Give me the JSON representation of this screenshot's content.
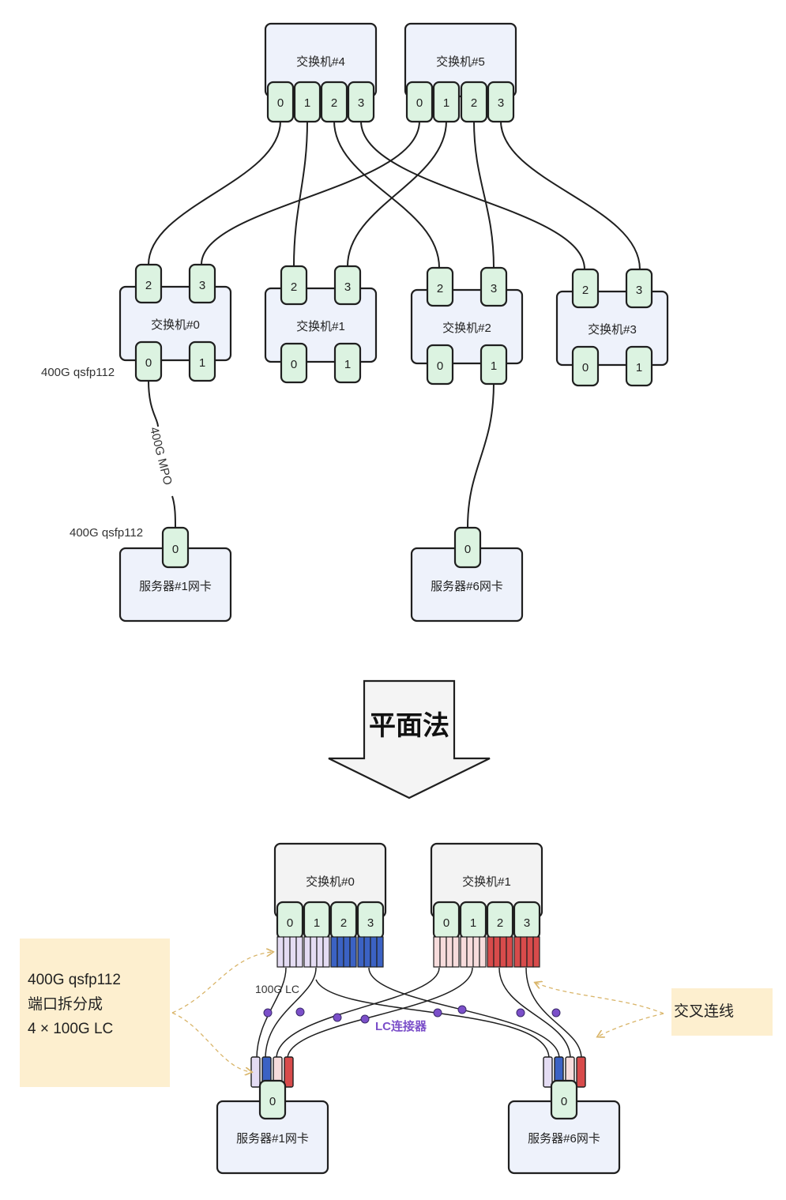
{
  "top": {
    "core_switches": [
      {
        "label": "交换机#4",
        "ports": [
          "0",
          "1",
          "2",
          "3"
        ]
      },
      {
        "label": "交换机#5",
        "ports": [
          "0",
          "1",
          "2",
          "3"
        ]
      }
    ],
    "leaf_switches": [
      {
        "label": "交换机#0",
        "up_ports": [
          "2",
          "3"
        ],
        "down_ports": [
          "0",
          "1"
        ]
      },
      {
        "label": "交换机#1",
        "up_ports": [
          "2",
          "3"
        ],
        "down_ports": [
          "0",
          "1"
        ]
      },
      {
        "label": "交换机#2",
        "up_ports": [
          "2",
          "3"
        ],
        "down_ports": [
          "0",
          "1"
        ]
      },
      {
        "label": "交换机#3",
        "up_ports": [
          "2",
          "3"
        ],
        "down_ports": [
          "0",
          "1"
        ]
      }
    ],
    "servers": [
      {
        "label": "服务器#1网卡",
        "port": "0"
      },
      {
        "label": "服务器#6网卡",
        "port": "0"
      }
    ],
    "annotations": {
      "switch_port_type": "400G qsfp112",
      "cable_type": "400G MPO",
      "server_port_type": "400G qsfp112"
    }
  },
  "arrow": {
    "label": "平面法"
  },
  "bottom": {
    "switches": [
      {
        "label": "交换机#0",
        "ports": [
          "0",
          "1",
          "2",
          "3"
        ]
      },
      {
        "label": "交换机#1",
        "ports": [
          "0",
          "1",
          "2",
          "3"
        ]
      }
    ],
    "servers": [
      {
        "label": "服务器#1网卡",
        "port": "0"
      },
      {
        "label": "服务器#6网卡",
        "port": "0"
      }
    ],
    "annotations": {
      "lc_label": "100G LC",
      "connector_label": "LC连接器"
    },
    "note_left": [
      "400G qsfp112",
      "端口拆分成",
      "4 × 100G LC"
    ],
    "note_right": "交叉连线",
    "colors": {
      "lavender": "#e4dcf3",
      "blue": "#3b62c4",
      "pink": "#f7dcdc",
      "red": "#d84b4b",
      "connector": "#7b4fc9",
      "note_bg": "#fdefcf",
      "note_arrow": "#d9b56a"
    }
  }
}
